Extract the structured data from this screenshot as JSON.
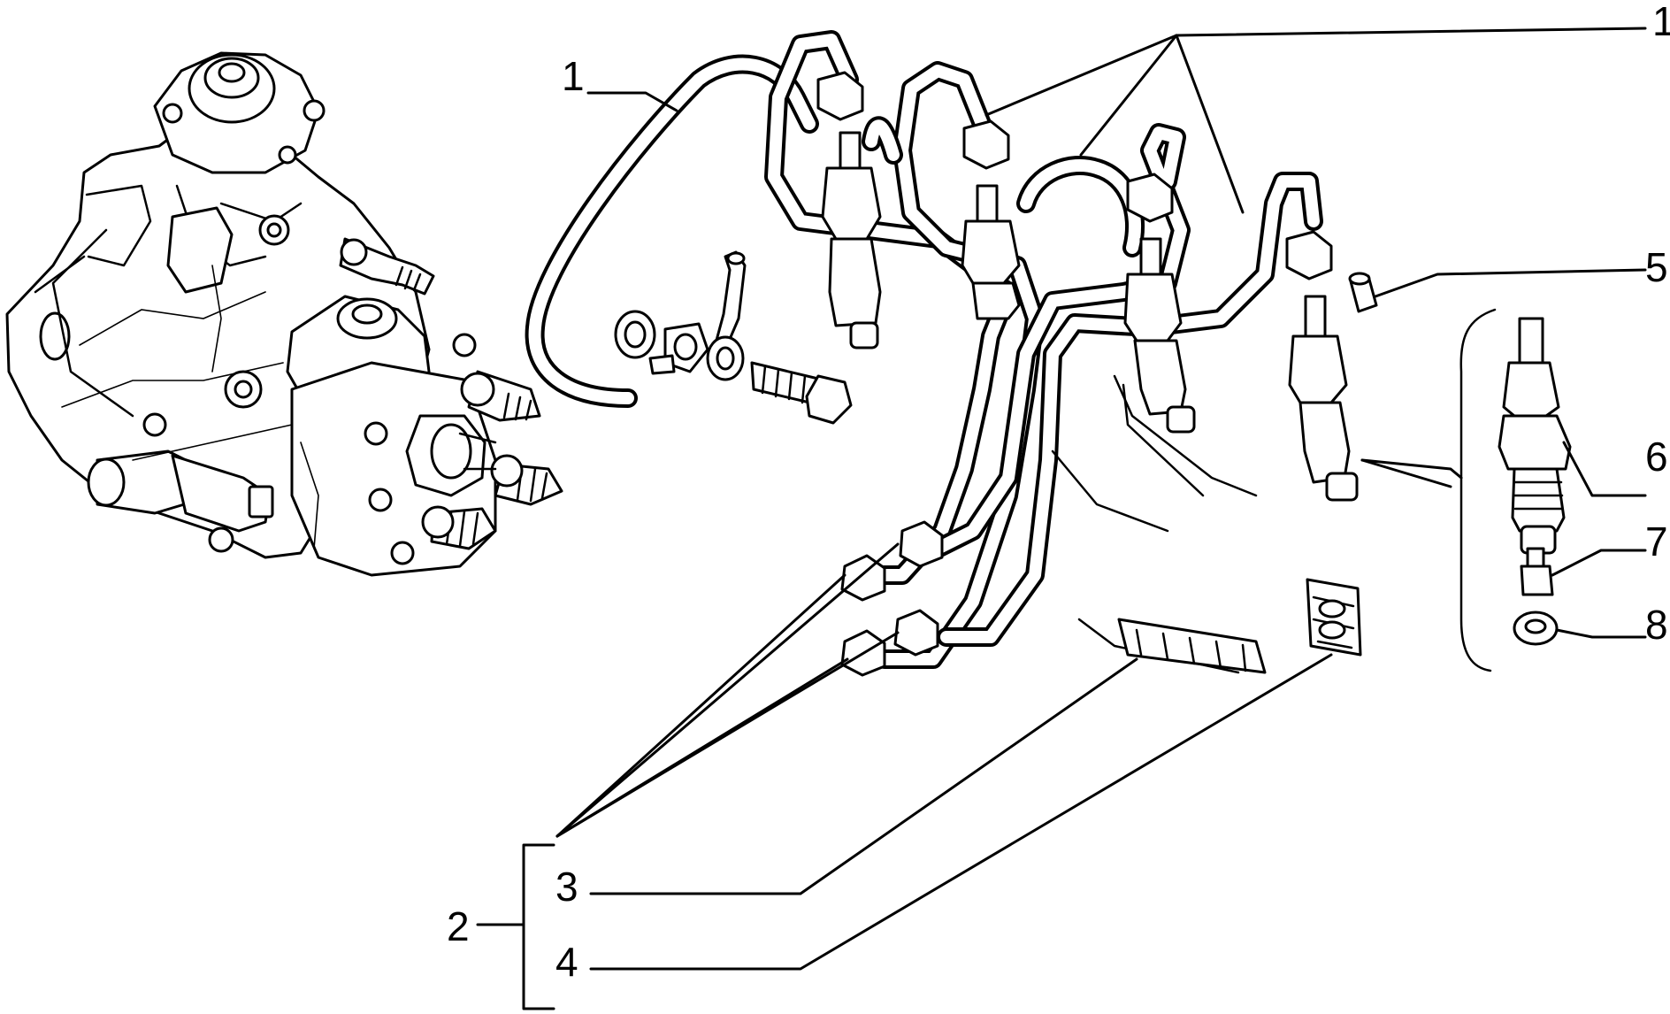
{
  "callouts": [
    {
      "id": "1a",
      "label": "1"
    },
    {
      "id": "1b",
      "label": "1"
    },
    {
      "id": "2",
      "label": "2"
    },
    {
      "id": "3",
      "label": "3"
    },
    {
      "id": "4",
      "label": "4"
    },
    {
      "id": "5",
      "label": "5"
    },
    {
      "id": "6",
      "label": "6"
    },
    {
      "id": "7",
      "label": "7"
    },
    {
      "id": "8",
      "label": "8"
    }
  ]
}
